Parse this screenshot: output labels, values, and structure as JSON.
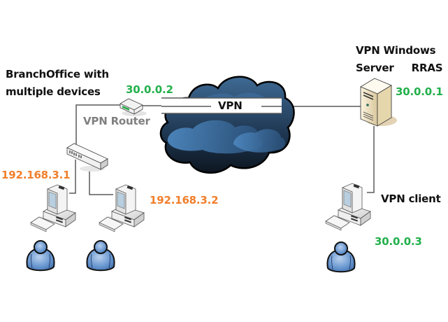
{
  "title": "VPN network diagram",
  "colors": {
    "public_ip": "#22b04b",
    "private_ip": "#f07f2c",
    "router_label": "#808080",
    "label": "#111111",
    "cloud": "#2d4f70",
    "user": "#4a7fc0",
    "link": "#5a5a5a"
  },
  "labels": {
    "branch_office": [
      "BranchOffice with",
      "multiple devices"
    ],
    "router_name": "VPN Router",
    "router_ip": "30.0.0.2",
    "tunnel": "VPN",
    "server_name": [
      "VPN Windows",
      "Server     RRAS"
    ],
    "server_ip": "30.0.0.1",
    "pc1_ip": "192.168.3.1",
    "pc2_ip": "192.168.3.2",
    "client_name": "VPN client",
    "client_ip": "30.0.0.3"
  },
  "nodes": [
    {
      "id": "vpn-router",
      "type": "router-icon",
      "label": "VPN Router",
      "ip": "30.0.0.2"
    },
    {
      "id": "switch",
      "type": "switch-icon"
    },
    {
      "id": "pc1",
      "type": "desktop-computer-icon",
      "ip": "192.168.3.1"
    },
    {
      "id": "pc2",
      "type": "desktop-computer-icon",
      "ip": "192.168.3.2"
    },
    {
      "id": "user1",
      "type": "user-icon"
    },
    {
      "id": "user2",
      "type": "user-icon"
    },
    {
      "id": "internet",
      "type": "cloud-icon"
    },
    {
      "id": "rras-server",
      "type": "server-icon",
      "label": "VPN Windows Server RRAS",
      "ip": "30.0.0.1"
    },
    {
      "id": "vpn-client",
      "type": "desktop-computer-icon",
      "label": "VPN client",
      "ip": "30.0.0.3"
    },
    {
      "id": "user3",
      "type": "user-icon"
    }
  ],
  "edges": [
    {
      "from": "vpn-router",
      "to": "rras-server",
      "label": "VPN"
    },
    {
      "from": "vpn-router",
      "to": "switch"
    },
    {
      "from": "switch",
      "to": "pc1"
    },
    {
      "from": "switch",
      "to": "pc2"
    },
    {
      "from": "rras-server",
      "to": "vpn-client"
    }
  ]
}
